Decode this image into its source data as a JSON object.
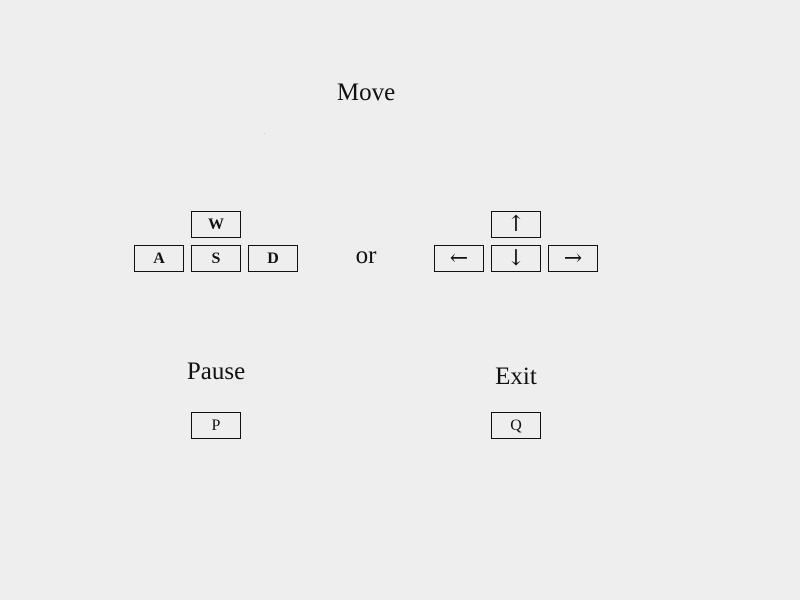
{
  "move": {
    "title": "Move",
    "separator": "or",
    "wasd": {
      "up": "W",
      "left": "A",
      "down": "S",
      "right": "D"
    },
    "arrows": {
      "up": "↑",
      "left": "←",
      "down": "↓",
      "right": "→"
    }
  },
  "pause": {
    "title": "Pause",
    "key": "P"
  },
  "exit": {
    "title": "Exit",
    "key": "Q"
  }
}
